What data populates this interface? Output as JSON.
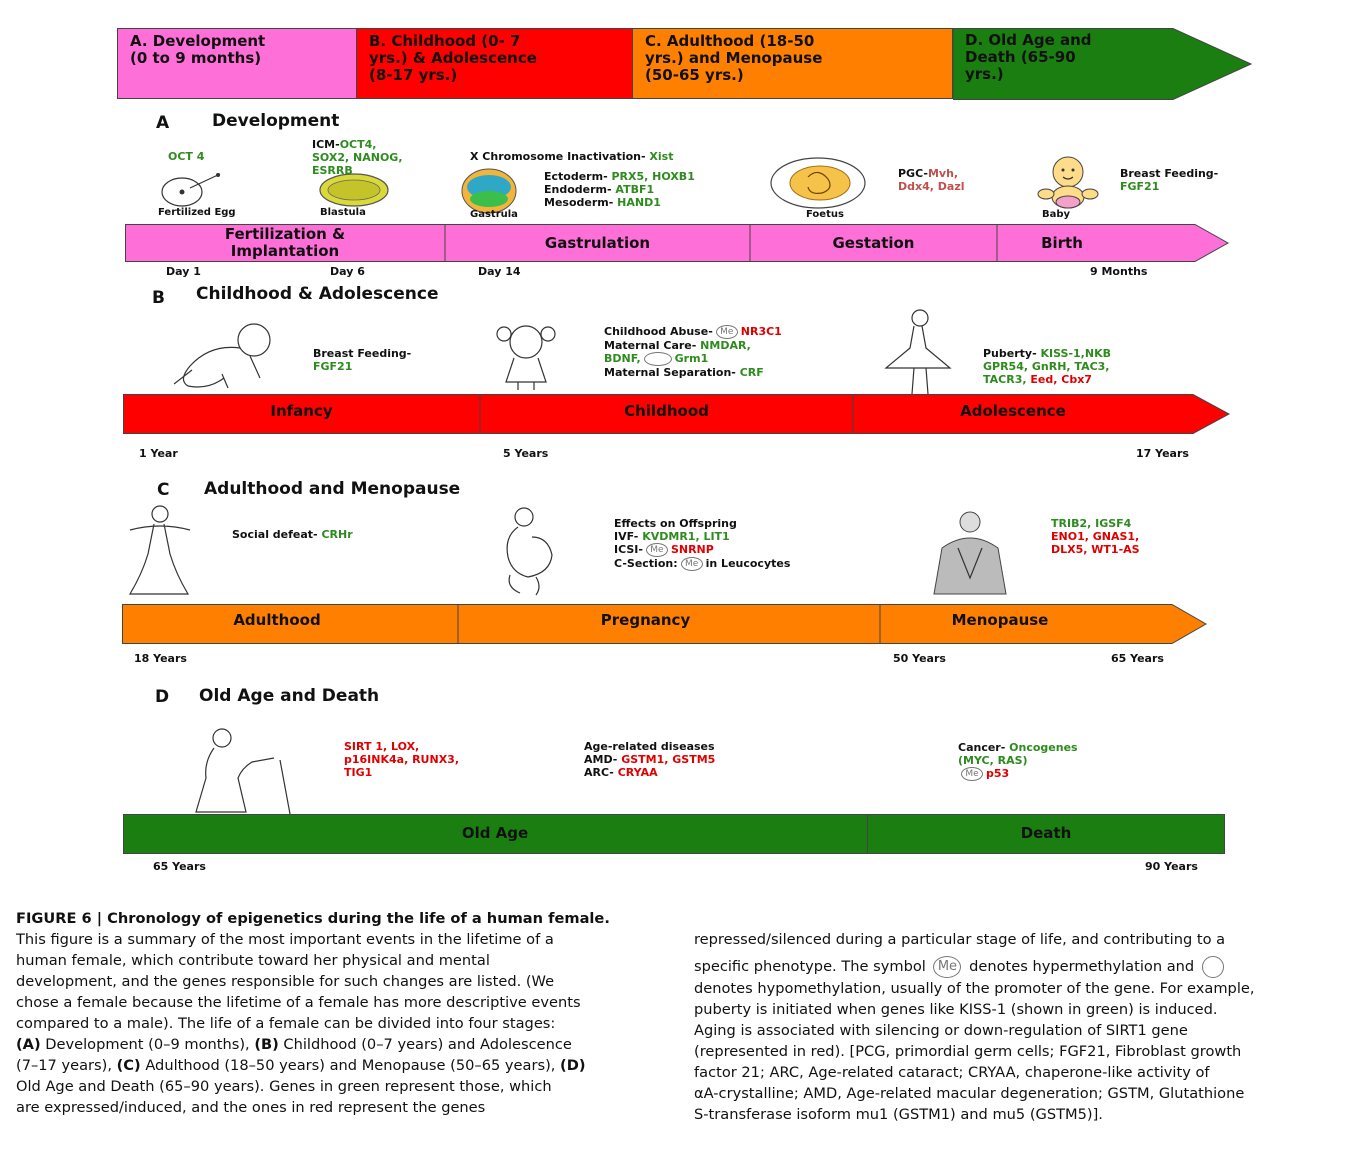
{
  "top_header": {
    "stages": [
      {
        "line1": "A. Development",
        "line2": "(0 to 9 months)",
        "line3": "",
        "color": "#ff6fd8"
      },
      {
        "line1": "B. Childhood (0- 7",
        "line2": "yrs.) & Adolescence",
        "line3": "(8-17 yrs.)",
        "color": "#ff0000"
      },
      {
        "line1": "C. Adulthood (18-50",
        "line2": "yrs.) and Menopause",
        "line3": "(50-65 yrs.)",
        "color": "#ff8000"
      },
      {
        "line1": "D. Old Age and",
        "line2": "Death (65-90",
        "line3": "yrs.)",
        "color": "#1a7f10"
      }
    ]
  },
  "section_a": {
    "letter": "A",
    "title": "Development",
    "oct4": "OCT 4",
    "icm_label": "ICM-",
    "icm_green1": "OCT4,",
    "icm_green2": "SOX2, NANOG,",
    "icm_green3": "ESRRB",
    "xinact_label": "X Chromosome Inactivation-",
    "xinact_gene": "Xist",
    "ecto_label": "Ectoderm-",
    "ecto_gene": "PRX5, HOXB1",
    "endo_label": "Endoderm-",
    "endo_gene": "ATBF1",
    "meso_label": "Mesoderm-",
    "meso_gene": "HAND1",
    "pgc_label": "PGC-",
    "pgc_gene1": "Mvh,",
    "pgc_gene2": "Ddx4, Dazl",
    "bf_label": "Breast Feeding-",
    "bf_gene": "FGF21",
    "captions": [
      "Fertilized Egg",
      "Blastula",
      "Gastrula",
      "Foetus",
      "Baby"
    ],
    "bar": [
      {
        "line1": "Fertilization &",
        "line2": "Implantation"
      },
      {
        "line1": "Gastrulation",
        "line2": ""
      },
      {
        "line1": "Gestation",
        "line2": ""
      },
      {
        "line1": "Birth",
        "line2": ""
      }
    ],
    "ticks": [
      "Day 1",
      "Day 6",
      "Day 14",
      "9 Months"
    ]
  },
  "section_b": {
    "letter": "B",
    "title": "Childhood & Adolescence",
    "bf_label": "Breast Feeding-",
    "bf_gene": "FGF21",
    "abuse_label": "Childhood Abuse-",
    "abuse_gene": "NR3C1",
    "maternal_label": "Maternal Care-",
    "maternal_gene1": "NMDAR,",
    "maternal_gene2": "BDNF,",
    "maternal_gene3": "Grm1",
    "sep_label": "Maternal Separation-",
    "sep_gene": "CRF",
    "puberty_label": "Puberty-",
    "puberty_gene1": "KISS-1,NKB",
    "puberty_gene2": "GPR54, GnRH, TAC3,",
    "puberty_gene3": "TACR3,",
    "puberty_red": "Eed, Cbx7",
    "bar": [
      "Infancy",
      "Childhood",
      "Adolescence"
    ],
    "ticks": [
      "1 Year",
      "5 Years",
      "17 Years"
    ]
  },
  "section_c": {
    "letter": "C",
    "title": "Adulthood and Menopause",
    "social_label": "Social defeat-",
    "social_gene": "CRHr",
    "offspring": "Effects on Offspring",
    "ivf_label": "IVF-",
    "ivf_gene": "KVDMR1, LIT1",
    "icsi_label": "ICSI-",
    "icsi_gene": "SNRNP",
    "csec_label": "C-Section:",
    "csec_rest": "in Leucocytes",
    "meno_green": "TRIB2, IGSF4",
    "meno_red1": "ENO1, GNAS1,",
    "meno_red2": "DLX5, WT1-AS",
    "bar": [
      "Adulthood",
      "Pregnancy",
      "Menopause"
    ],
    "ticks": [
      "18 Years",
      "50 Years",
      "65 Years"
    ]
  },
  "section_d": {
    "letter": "D",
    "title": "Old Age and Death",
    "red1": "SIRT 1, LOX,",
    "red2": "p16INK4a, RUNX3,",
    "red3": "TIG1",
    "age_diseases": "Age-related diseases",
    "amd_label": "AMD-",
    "amd_gene": "GSTM1, GSTM5",
    "arc_label": "ARC-",
    "arc_gene": "CRYAA",
    "cancer_label": "Cancer-",
    "cancer_gene1": "Oncogenes",
    "cancer_gene2": "(MYC, RAS)",
    "p53": "p53",
    "bar": [
      "Old Age",
      "Death"
    ],
    "ticks": [
      "65 Years",
      "90 Years"
    ]
  },
  "me_symbol": "Me",
  "caption": {
    "heading": "FIGURE 6 | Chronology of epigenetics during the life of a human female.",
    "left_lines": [
      "This figure is a summary of the most important events in the lifetime of a",
      "human female, which contribute toward her physical and mental",
      "development, and the genes responsible for such changes are listed. (We",
      "chose a female because the lifetime of a female has more descriptive events",
      "compared to a male). The life of a female can be divided into four stages:"
    ],
    "l6_a": "(A)",
    "l6_t1": " Development (0–9 months), ",
    "l6_b": "(B)",
    "l6_t2": " Childhood (0–7 years) and Adolescence",
    "l7_t1": "(7–17 years), ",
    "l7_c": "(C)",
    "l7_t2": " Adulthood (18–50 years) and Menopause (50–65 years), ",
    "l7_d": "(D)",
    "l8": "Old Age and Death (65–90 years). Genes in green represent those, which",
    "l9": "are expressed/induced, and the ones in red represent the genes",
    "r1": "repressed/silenced during a particular stage of life, and contributing to a",
    "r2_t1": "specific phenotype. The symbol ",
    "r2_t2": " denotes hypermethylation and ",
    "right_lines": [
      "denotes hypomethylation, usually of the promoter of the gene. For example,",
      "puberty is initiated when genes like KISS-1 (shown in green) is induced.",
      "Aging is associated with silencing or down-regulation of SIRT1 gene",
      "(represented in red). [PCG, primordial germ cells; FGF21, Fibroblast growth",
      "factor 21; ARC, Age-related cataract; CRYAA, chaperone-like activity of",
      "αA-crystalline; AMD, Age-related macular degeneration; GSTM, Glutathione",
      "S-transferase isoform mu1 (GSTM1) and mu5 (GSTM5)]."
    ]
  }
}
